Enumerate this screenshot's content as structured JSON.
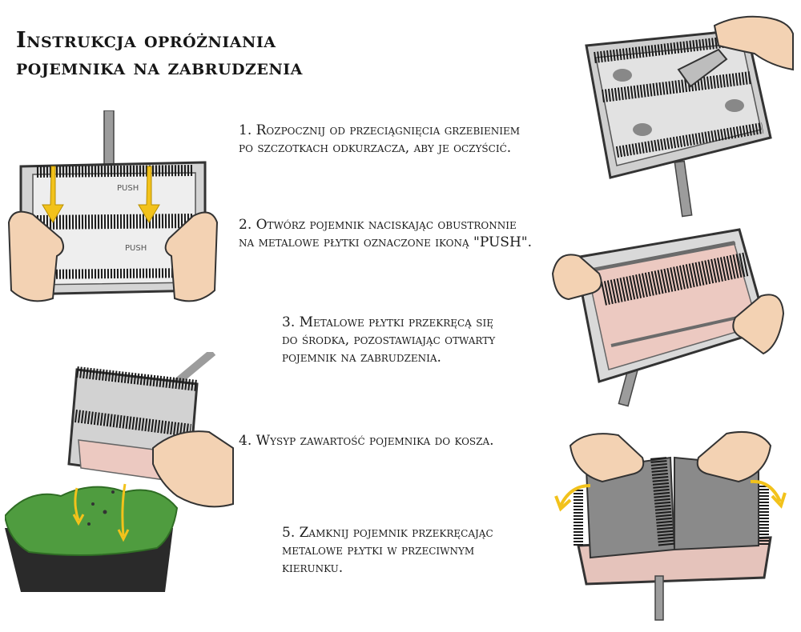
{
  "title": {
    "line1": "Instrukcja opróżniania",
    "line2": "pojemnika na zabrudzenia"
  },
  "steps": [
    {
      "lines": [
        "1. Rozpocznij od przeciągnięcia grzebieniem",
        "po szczotkach odkurzacza, aby je oczyścić."
      ]
    },
    {
      "lines": [
        "2. Otwórz pojemnik naciskając obustronnie",
        "na metalowe płytki oznaczone ikoną \"PUSH\"."
      ]
    },
    {
      "lines": [
        "3. Metalowe płytki przekręcą się",
        "do środka, pozostawiając otwarty",
        "pojemnik na zabrudzenia."
      ]
    },
    {
      "lines": [
        "4. Wysyp zawartość pojemnika do kosza."
      ]
    },
    {
      "lines": [
        "5. Zamknij pojemnik przekręcając",
        "metalowe płytki w przeciwnym",
        "kierunku."
      ]
    }
  ],
  "illustrations": {
    "push_label": "PUSH",
    "colors": {
      "arrow": "#f2c21b",
      "bin_green": "#4f9c3f",
      "bristles": "#1b1b1b",
      "tray": "#e9d3cc",
      "skin": "#f3d2b3"
    }
  }
}
